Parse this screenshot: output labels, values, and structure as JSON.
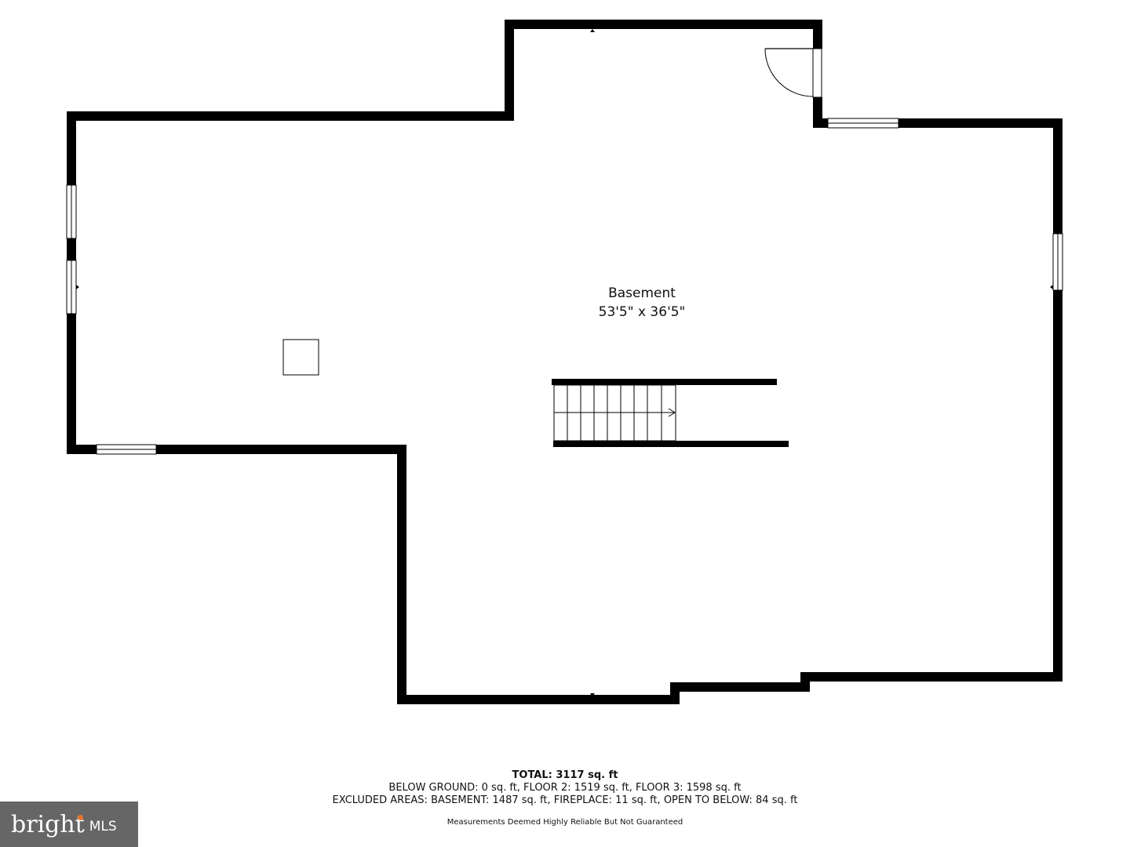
{
  "room": {
    "name": "Basement",
    "dimensions": "53'5\" x 36'5\""
  },
  "summary": {
    "total": "TOTAL: 3117 sq. ft",
    "floors": "BELOW GROUND: 0 sq. ft, FLOOR 2: 1519 sq. ft, FLOOR 3: 1598 sq. ft",
    "excluded": "EXCLUDED AREAS: BASEMENT: 1487 sq. ft, FIREPLACE: 11 sq. ft, OPEN TO BELOW: 84 sq. ft",
    "disclaimer": "Measurements Deemed Highly Reliable But Not Guaranteed"
  },
  "logo": {
    "brand": "bright",
    "suffix": "MLS"
  },
  "colors": {
    "wall": "#000000",
    "background": "#ffffff",
    "logo_bg": "#666666",
    "logo_accent": "#e8732a"
  }
}
